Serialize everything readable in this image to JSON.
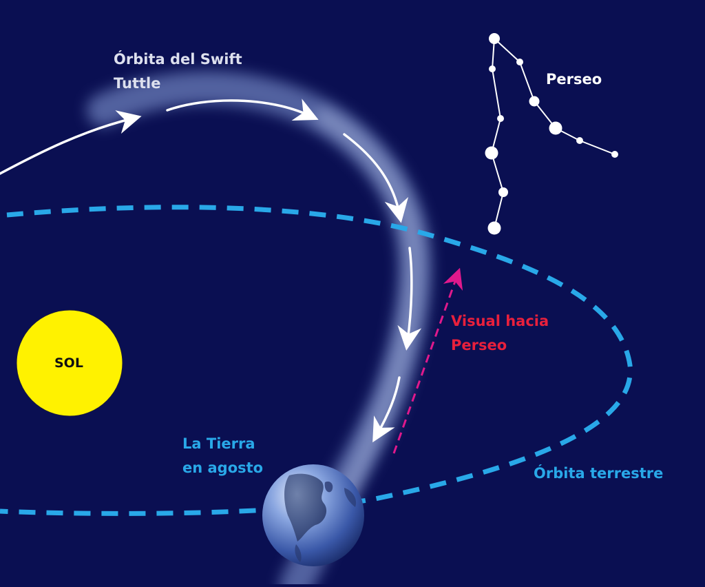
{
  "diagram": {
    "background_color": "#0a0f52",
    "labels": {
      "comet_orbit_line1": "Órbita del Swift",
      "comet_orbit_line2": "Tuttle",
      "constellation": "Perseo",
      "sight_line1": "Visual hacia",
      "sight_line2": "Perseo",
      "sun": "SOL",
      "earth_line1": "La Tierra",
      "earth_line2": "en agosto",
      "earth_orbit": "Órbita terrestre"
    },
    "colors": {
      "sun": "#fff200",
      "earth_orbit": "#29a8e8",
      "comet_orbit_arrows": "#ffffff",
      "sight_line": "#e0198c",
      "sight_label": "#e8203c",
      "earth": "#5a7fc8"
    },
    "icons": {
      "sun": "sun-disc",
      "earth": "earth-globe",
      "constellation": "perseus-constellation-stars",
      "comet_arrows": "curved-arrow",
      "sight_arrow": "dashed-arrow"
    }
  }
}
